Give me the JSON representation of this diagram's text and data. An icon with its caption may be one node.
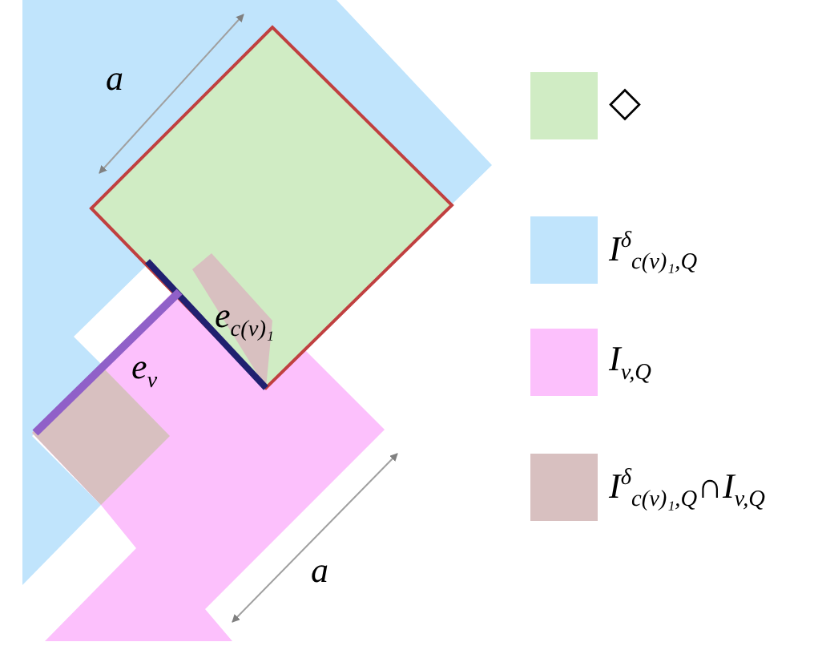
{
  "diagram": {
    "labels": [
      "a",
      "e$_{c(v)₁}$",
      "e$_{v}$",
      "a"
    ],
    "legend": [
      {
        "text": "◇",
        "color": "#d0ecc4"
      },
      {
        "text": "I$^{δ}$$_{c(v)₁,Q}$",
        "color": "#c0e4fc"
      },
      {
        "text": "I$_{v,Q}$",
        "color": "#fcc0fc"
      },
      {
        "text": "I$^{δ}$$_{c(v)₁,Q}$∩I$_{v,Q}$",
        "color": "#d8c0c0"
      }
    ]
  }
}
